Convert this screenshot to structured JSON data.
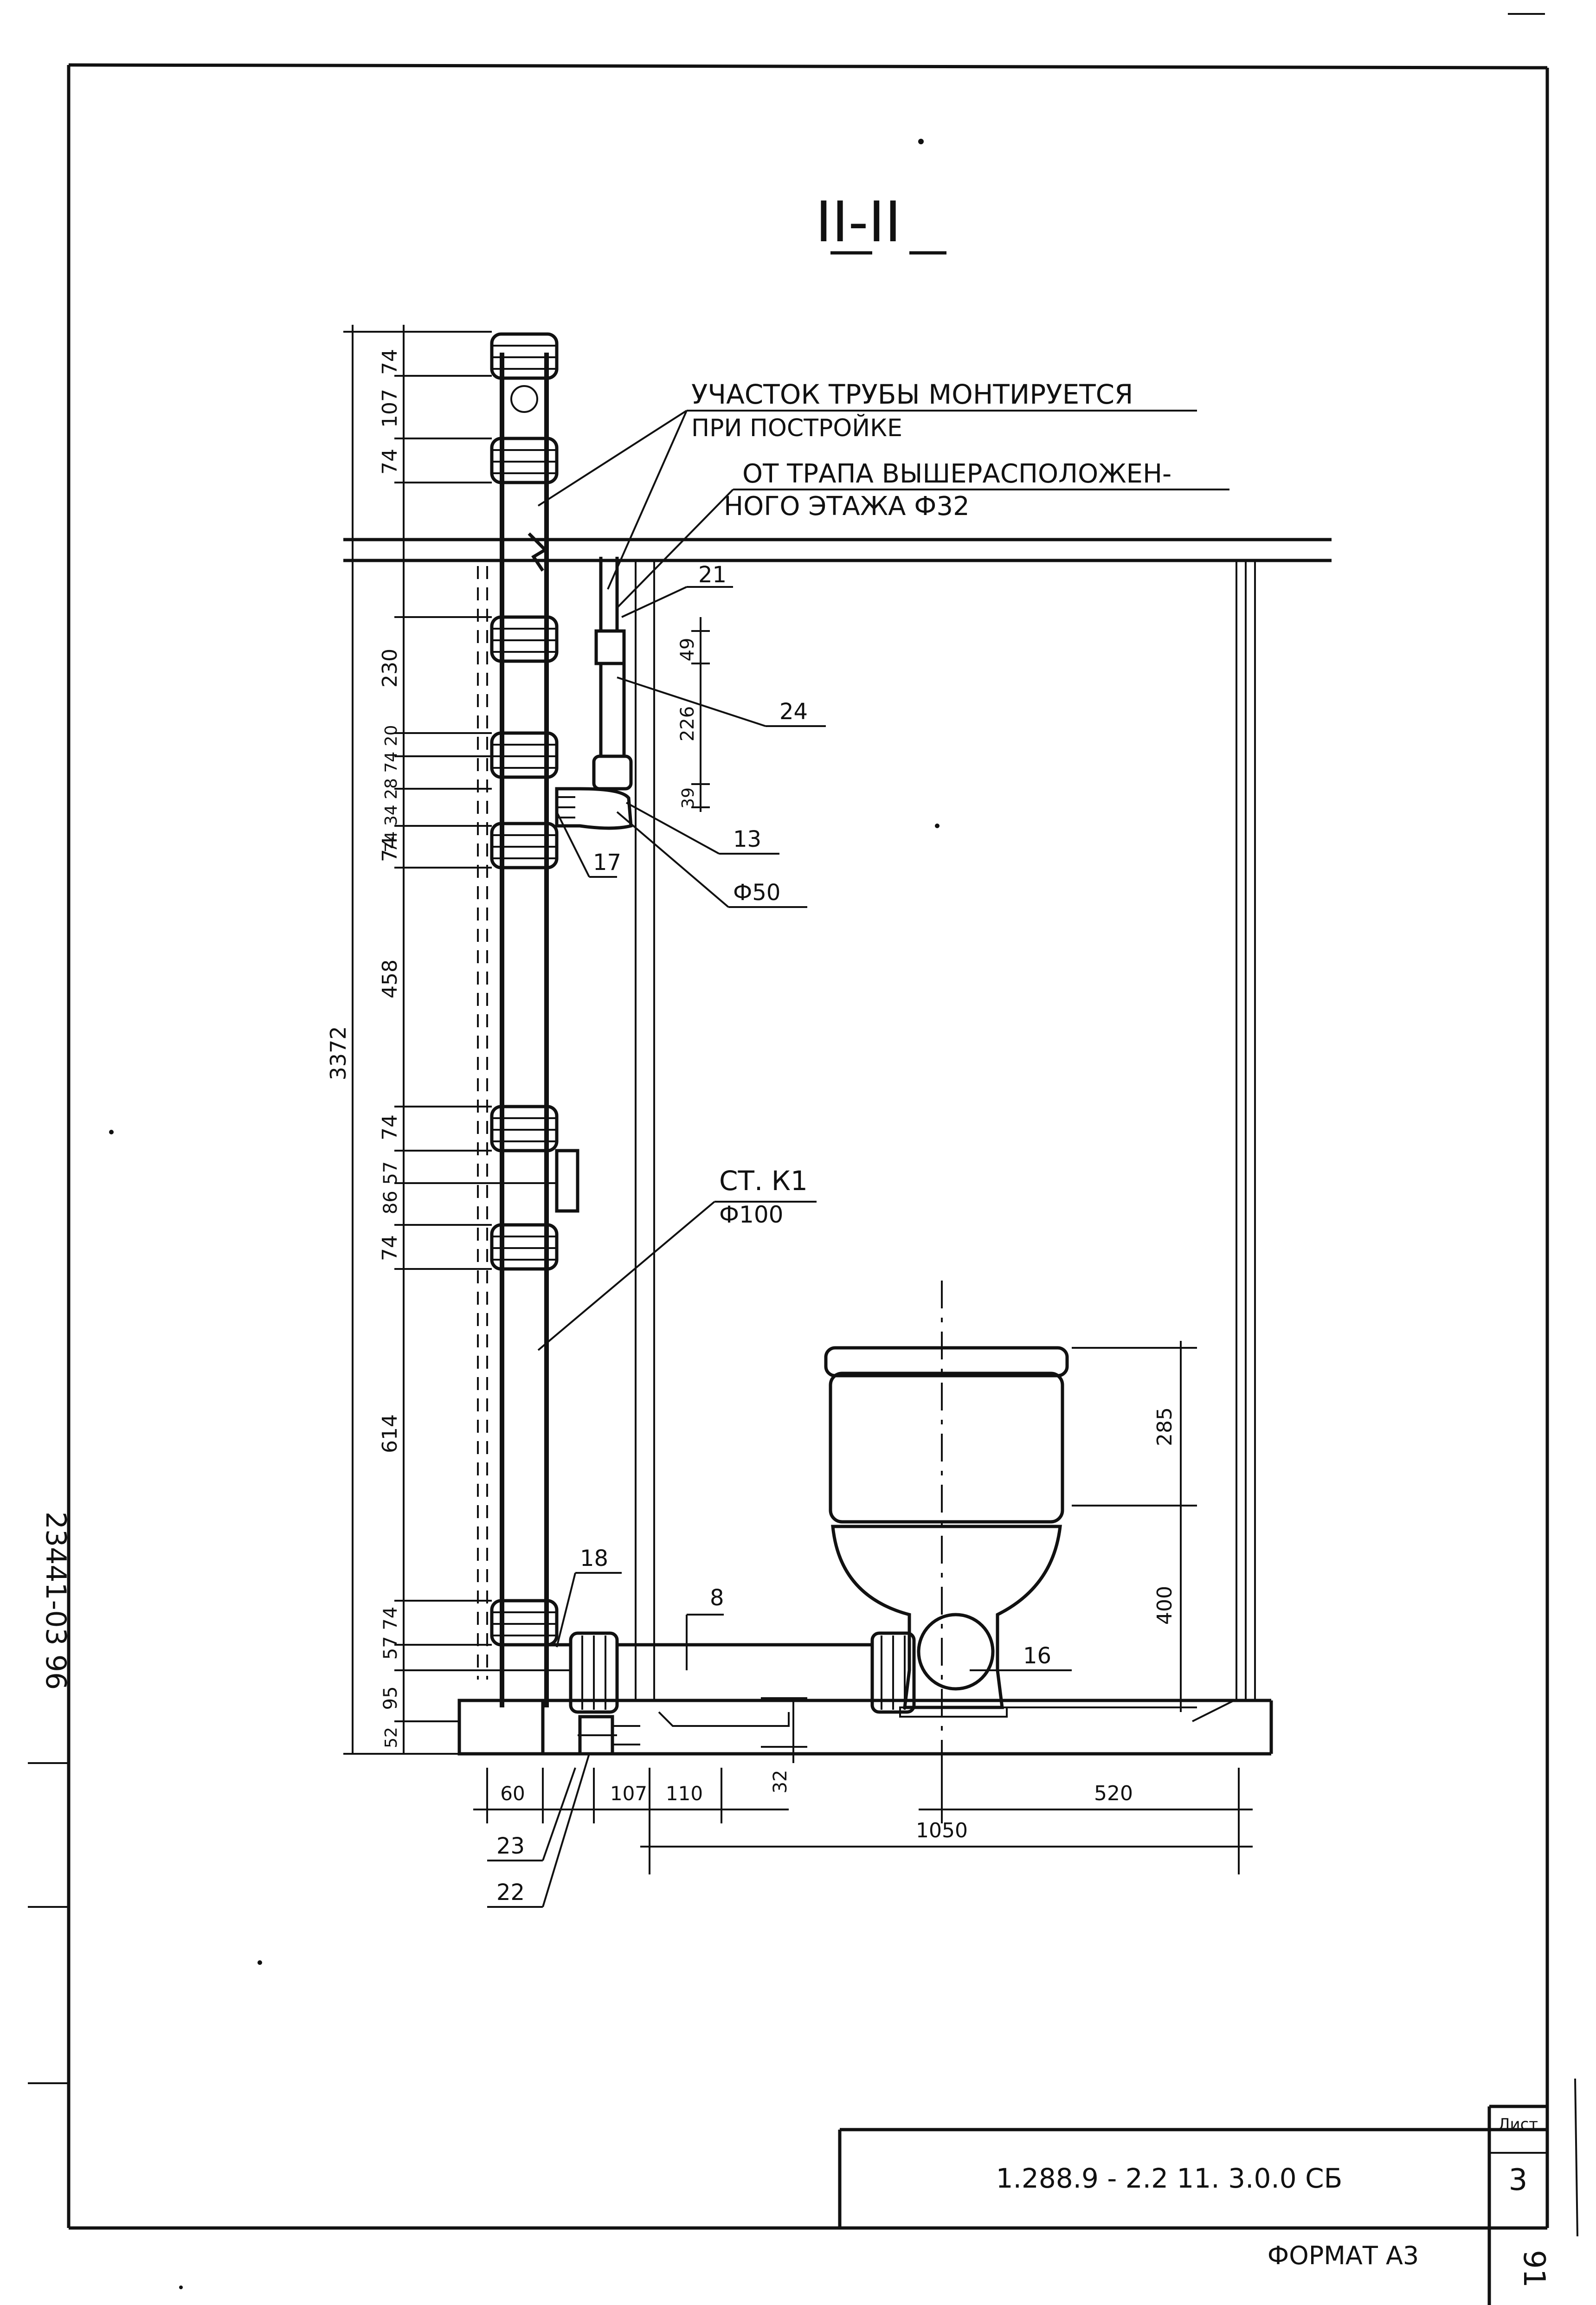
{
  "section_title": "II-II",
  "notes": {
    "pipe_section_line1": "УЧАСТОК ТРУБЫ МОНТИРУЕТСЯ",
    "pipe_section_line2": "ПРИ ПОСТРОЙКЕ",
    "trap_line1": "ОТ ТРАПА ВЫШЕРАСПОЛОЖЕН-",
    "trap_line2": "НОГО ЭТАЖА Ф32"
  },
  "labels": {
    "riser_name": "СТ. К1",
    "riser_diameter": "Ф100",
    "branch_diameter": "Ф50",
    "pos_21": "21",
    "pos_24": "24",
    "pos_13": "13",
    "pos_17": "17",
    "pos_18": "18",
    "pos_8": "8",
    "pos_16": "16",
    "pos_23": "23",
    "pos_22": "22"
  },
  "dimensions": {
    "top_74a": "74",
    "top_107": "107",
    "top_74b": "74",
    "d230": "230",
    "stack_block": "74 34 28 74 20",
    "d74_lower": "74",
    "d458": "458",
    "d74_mid": "74",
    "d86_57": "86 57",
    "d74_mid2": "74",
    "d614": "614",
    "d57_74": "57 74",
    "d95": "95",
    "d52": "52",
    "total_height": "3372",
    "d49": "49",
    "d226": "226",
    "d39": "39",
    "d285": "285",
    "d400": "400",
    "d60": "60",
    "d107_bottom": "107",
    "d110": "110",
    "d32": "32",
    "d520": "520",
    "d1050": "1050"
  },
  "side_label": "23441-03 96",
  "title_block": {
    "doc_code": "1.288.9 - 2.2 11. 3.0.0 СБ",
    "sheet_label": "Лист",
    "sheet_number": "3",
    "format": "ФОРМАТ А3",
    "page_number": "91"
  }
}
